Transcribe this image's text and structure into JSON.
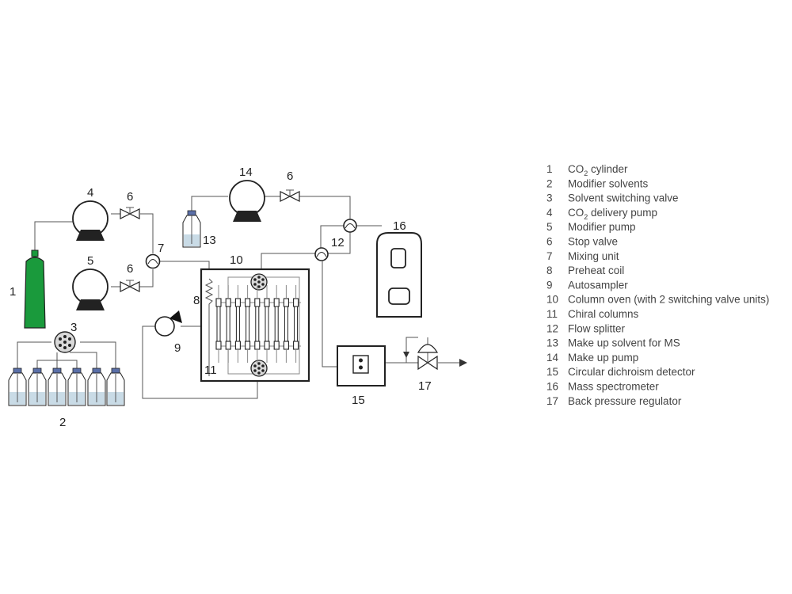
{
  "labels": {
    "n1": "1",
    "n2": "2",
    "n3": "3",
    "n4": "4",
    "n5": "5",
    "n6a": "6",
    "n6b": "6",
    "n6c": "6",
    "n7": "7",
    "n8": "8",
    "n9": "9",
    "n10": "10",
    "n11": "11",
    "n12": "12",
    "n13": "13",
    "n14": "14",
    "n15": "15",
    "n16": "16",
    "n17": "17"
  },
  "legend": [
    {
      "num": "1",
      "text": "CO",
      "sub": "2",
      "rest": " cylinder"
    },
    {
      "num": "2",
      "text": "Modifier solvents"
    },
    {
      "num": "3",
      "text": "Solvent switching valve"
    },
    {
      "num": "4",
      "text": "CO",
      "sub": "2",
      "rest": " delivery pump"
    },
    {
      "num": "5",
      "text": "Modifier pump"
    },
    {
      "num": "6",
      "text": "Stop valve"
    },
    {
      "num": "7",
      "text": "Mixing unit"
    },
    {
      "num": "8",
      "text": "Preheat coil"
    },
    {
      "num": "9",
      "text": "Autosampler"
    },
    {
      "num": "10",
      "text": "Column oven (with 2 switching valve units)"
    },
    {
      "num": "11",
      "text": "Chiral columns"
    },
    {
      "num": "12",
      "text": "Flow splitter"
    },
    {
      "num": "13",
      "text": "Make up solvent for MS"
    },
    {
      "num": "14",
      "text": "Make up pump"
    },
    {
      "num": "15",
      "text": "Circular dichroism detector"
    },
    {
      "num": "16",
      "text": "Mass spectrometer"
    },
    {
      "num": "17",
      "text": "Back pressure regulator"
    }
  ],
  "colors": {
    "cylinder": "#1a9a3c",
    "line": "#555555",
    "outline": "#222222",
    "bottle_cap": "#5a6fa8",
    "solvent": "#c9dbe6"
  }
}
